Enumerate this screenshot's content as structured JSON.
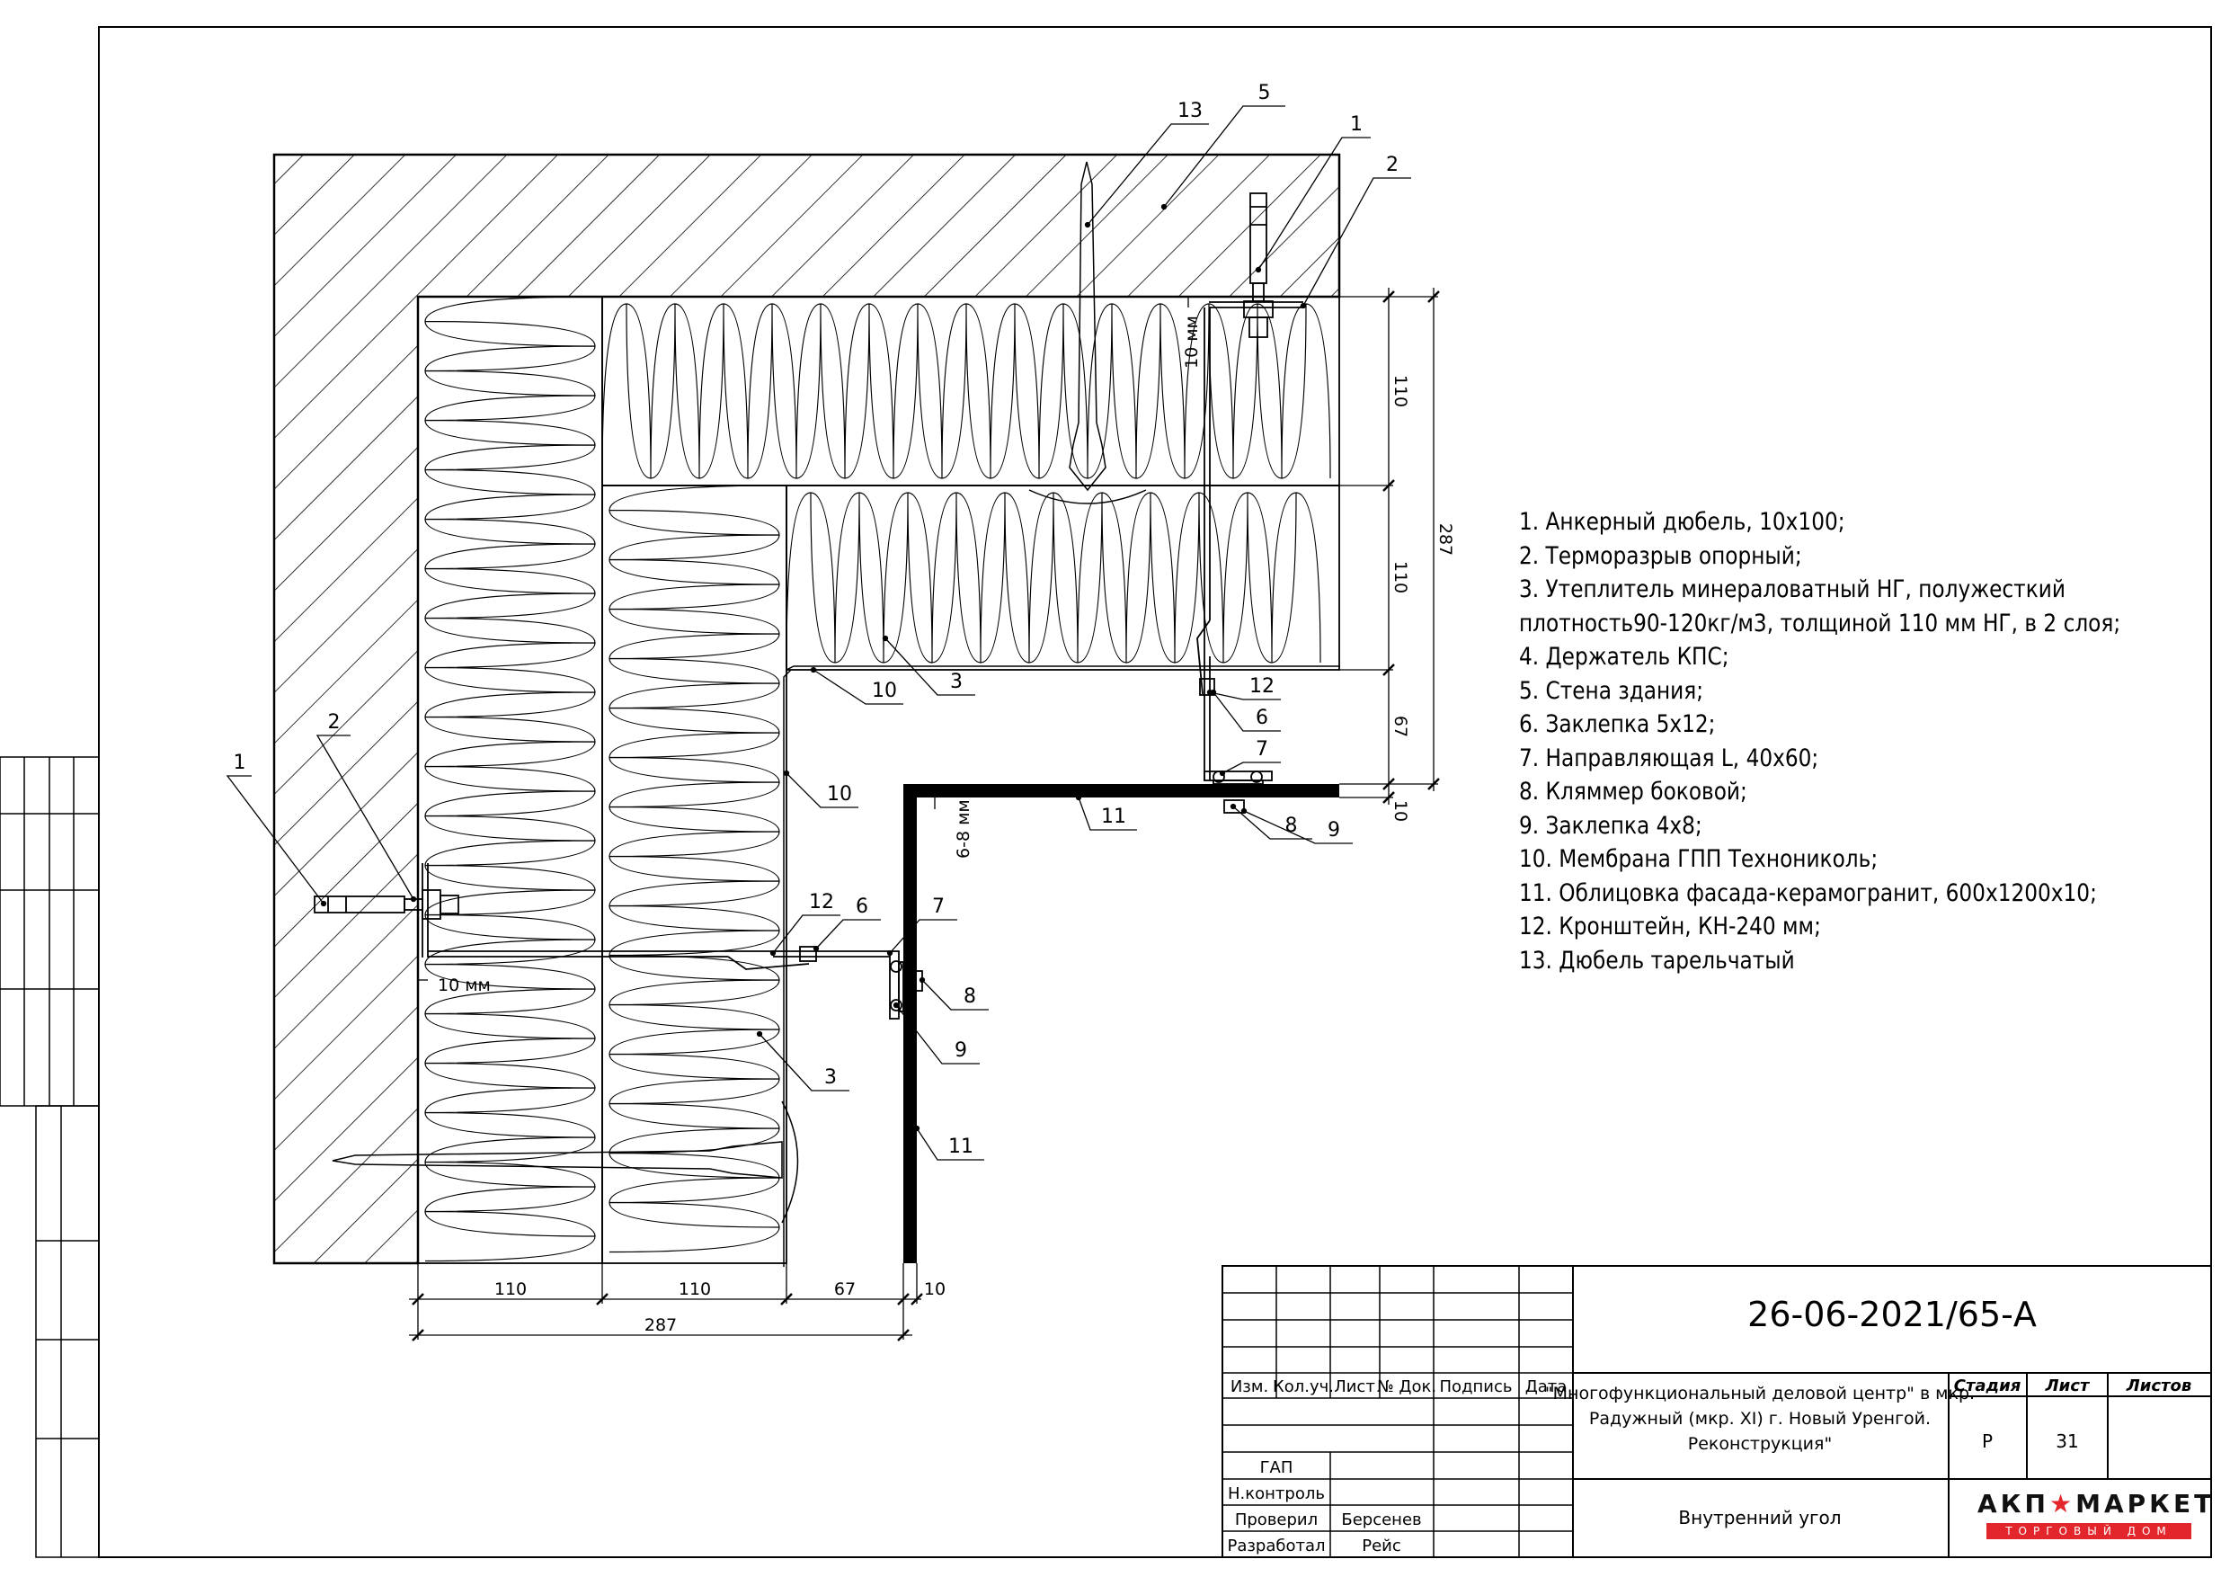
{
  "legend": {
    "items": [
      "1. Анкерный дюбель, 10х100;",
      "2. Терморазрыв опорный;",
      "3. Утеплитель минераловатный НГ, полужесткий",
      "плотность90-120кг/м3, толщиной 110 мм НГ, в 2 слоя;",
      "4. Держатель КПС;",
      "5. Стена здания;",
      "6. Заклепка 5х12;",
      "7. Направляющая L, 40х60;",
      "8. Кляммер боковой;",
      "9. Заклепка 4х8;",
      "10. Мембрана ГПП Технониколь;",
      "11. Облицовка фасада-керамогранит, 600х1200х10;",
      "12. Кронштейн, КН-240 мм;",
      "13. Дюбель тарельчатый"
    ]
  },
  "dimensions": {
    "bottom": {
      "d1": "110",
      "d2": "110",
      "d3": "67",
      "d4": "10",
      "total": "287"
    },
    "right": {
      "d1": "110",
      "d2": "110",
      "d3": "67",
      "d4": "10",
      "total": "287"
    },
    "gap_top": "10 мм",
    "gap_left": "10 мм",
    "gap_clad": "6-8 мм"
  },
  "callouts": {
    "top": [
      "13",
      "5",
      "1",
      "2"
    ],
    "right_side": [
      "12",
      "6",
      "7",
      "8",
      "9",
      "10",
      "3",
      "11"
    ],
    "left_side": [
      "1",
      "2",
      "10",
      "12",
      "6",
      "7",
      "8",
      "9",
      "3",
      "11"
    ]
  },
  "title_block": {
    "doc_number": "26-06-2021/65-А",
    "project": [
      "\"Многофункциональный деловой центр\" в мкр.",
      "Радужный (мкр. XI) г. Новый Уренгой.",
      "Реконструкция\""
    ],
    "sheet_title": "Внутренний угол",
    "headers": {
      "izm": "Изм.",
      "koluch": "Кол.уч.",
      "list": "Лист",
      "ndok": "№ Док.",
      "podpis": "Подпись",
      "data": "Дата"
    },
    "stage_headers": {
      "stage": "Стадия",
      "sheet": "Лист",
      "sheets": "Листов"
    },
    "stage_values": {
      "stage": "Р",
      "sheet": "31",
      "sheets": ""
    },
    "roles": [
      {
        "role": "ГАП",
        "name": ""
      },
      {
        "role": "Н.контроль",
        "name": ""
      },
      {
        "role": "Проверил",
        "name": "Берсенев"
      },
      {
        "role": "Разработал",
        "name": "Рейс"
      }
    ]
  },
  "logo": {
    "main_left": "АКП",
    "main_right": "МАРКЕТ",
    "star": "★",
    "sub": "ТОРГОВЫЙ ДОМ"
  },
  "colors": {
    "line": "#000000",
    "logo_red": "#e3262b"
  }
}
